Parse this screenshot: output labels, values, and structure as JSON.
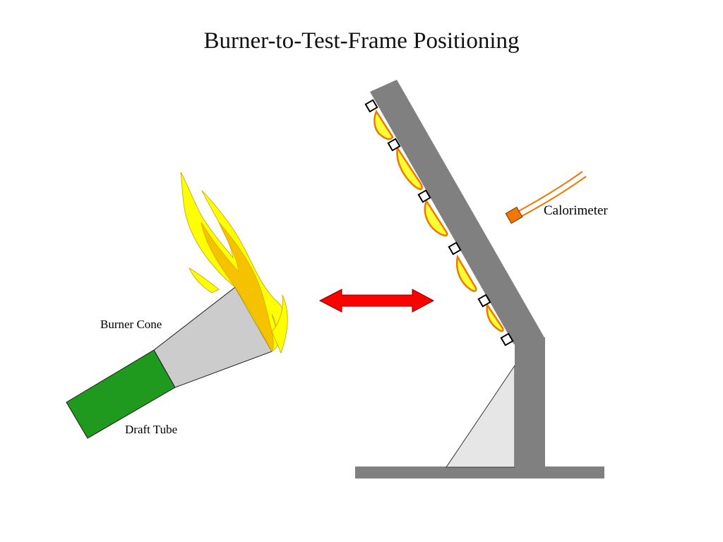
{
  "slide": {
    "title": "Burner-to-Test-Frame Positioning"
  },
  "labels": {
    "burner_cone": "Burner Cone",
    "draft_tube": "Draft Tube",
    "calorimeter": "Calorimeter"
  },
  "colors": {
    "draft_tube": "#1f9a1f",
    "burner_cone": "#cccccc",
    "flame_outer": "#ffff00",
    "flame_inner": "#f5b800",
    "arrow": "#ff0000",
    "frame": "#808080",
    "brace": "#e6e6e6",
    "specimen_fill": "#ffff33",
    "specimen_edge": "#f07800",
    "calorimeter": "#f07800"
  }
}
